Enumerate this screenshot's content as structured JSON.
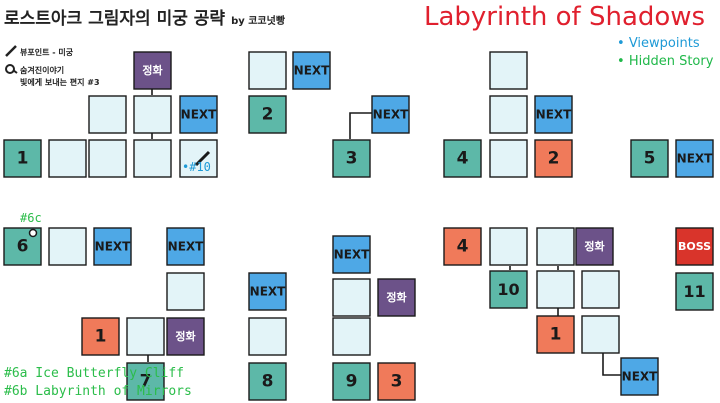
{
  "header": {
    "title_ko": "로스트아크 그림자의 미궁 공략",
    "title_by": "by 코코넛빵",
    "title_en": "Labyrinth of Shadows"
  },
  "legend": {
    "viewpoints": "Viewpoints",
    "hidden_story": "Hidden Story"
  },
  "key": {
    "viewpoint_label": "뷰포인트 - 미궁",
    "hidden_label_1": "숨겨진이야기",
    "hidden_label_2": "빛에게 보내는 편지 #3"
  },
  "room_labels": {
    "next": "NEXT",
    "purify": "정화",
    "boss": "BOSS"
  },
  "markers": {
    "m10": "#10",
    "m6c": "#6c"
  },
  "notes": {
    "n6a": "#6a Ice Butterfly Cliff",
    "n6b": "#6b Labyrinth of Mirrors"
  },
  "colors": {
    "teal": "#5db8a8",
    "pale": "#e3f4f8",
    "next_blue": "#4ea8e6",
    "purify_purple": "#6c5289",
    "salmon": "#f07a5a",
    "boss_red": "#d9342b",
    "outline": "#1a1a1a",
    "title_red": "#e0202e",
    "viewpoint_blue": "#1e9ad6",
    "hidden_green": "#20b84a"
  },
  "icons": [
    "sword-icon",
    "key-icon",
    "viewpoint-dot-icon",
    "hidden-story-icon"
  ],
  "rooms": [
    {
      "id": "a-purify",
      "kind": "purify",
      "label": "정화",
      "col": "purple"
    },
    {
      "id": "a-1",
      "kind": "start",
      "label": "1",
      "col": "teal"
    },
    {
      "id": "a-next",
      "kind": "next",
      "label": "NEXT",
      "col": "blue"
    },
    {
      "id": "b-next",
      "kind": "next",
      "label": "NEXT",
      "col": "blue"
    },
    {
      "id": "b-2",
      "kind": "number",
      "label": "2",
      "col": "teal"
    },
    {
      "id": "c-next",
      "kind": "next",
      "label": "NEXT",
      "col": "blue"
    },
    {
      "id": "c-3",
      "kind": "number",
      "label": "3",
      "col": "teal"
    },
    {
      "id": "d-next",
      "kind": "next",
      "label": "NEXT",
      "col": "blue"
    },
    {
      "id": "d-4",
      "kind": "number",
      "label": "4",
      "col": "teal"
    },
    {
      "id": "d-2",
      "kind": "number",
      "label": "2",
      "col": "salmon"
    },
    {
      "id": "e-5",
      "kind": "number",
      "label": "5",
      "col": "teal"
    },
    {
      "id": "e-next",
      "kind": "next",
      "label": "NEXT",
      "col": "blue"
    },
    {
      "id": "f-6",
      "kind": "number",
      "label": "6",
      "col": "teal"
    },
    {
      "id": "f-next",
      "kind": "next",
      "label": "NEXT",
      "col": "blue"
    },
    {
      "id": "g-next",
      "kind": "next",
      "label": "NEXT",
      "col": "blue"
    },
    {
      "id": "g-1",
      "kind": "number",
      "label": "1",
      "col": "salmon"
    },
    {
      "id": "g-purify",
      "kind": "purify",
      "label": "정화",
      "col": "purple"
    },
    {
      "id": "g-7",
      "kind": "number",
      "label": "7",
      "col": "teal"
    },
    {
      "id": "h-next",
      "kind": "next",
      "label": "NEXT",
      "col": "blue"
    },
    {
      "id": "h-8",
      "kind": "number",
      "label": "8",
      "col": "teal"
    },
    {
      "id": "i-next",
      "kind": "next",
      "label": "NEXT",
      "col": "blue"
    },
    {
      "id": "i-purify",
      "kind": "purify",
      "label": "정화",
      "col": "purple"
    },
    {
      "id": "i-9",
      "kind": "number",
      "label": "9",
      "col": "teal"
    },
    {
      "id": "i-3",
      "kind": "number",
      "label": "3",
      "col": "salmon"
    },
    {
      "id": "j-4",
      "kind": "number",
      "label": "4",
      "col": "salmon"
    },
    {
      "id": "j-purify",
      "kind": "purify",
      "label": "정화",
      "col": "purple"
    },
    {
      "id": "j-10",
      "kind": "number",
      "label": "10",
      "col": "teal"
    },
    {
      "id": "j-1",
      "kind": "number",
      "label": "1",
      "col": "salmon"
    },
    {
      "id": "j-next",
      "kind": "next",
      "label": "NEXT",
      "col": "blue"
    },
    {
      "id": "k-boss",
      "kind": "boss",
      "label": "BOSS",
      "col": "red"
    },
    {
      "id": "k-11",
      "kind": "number",
      "label": "11",
      "col": "teal"
    }
  ]
}
